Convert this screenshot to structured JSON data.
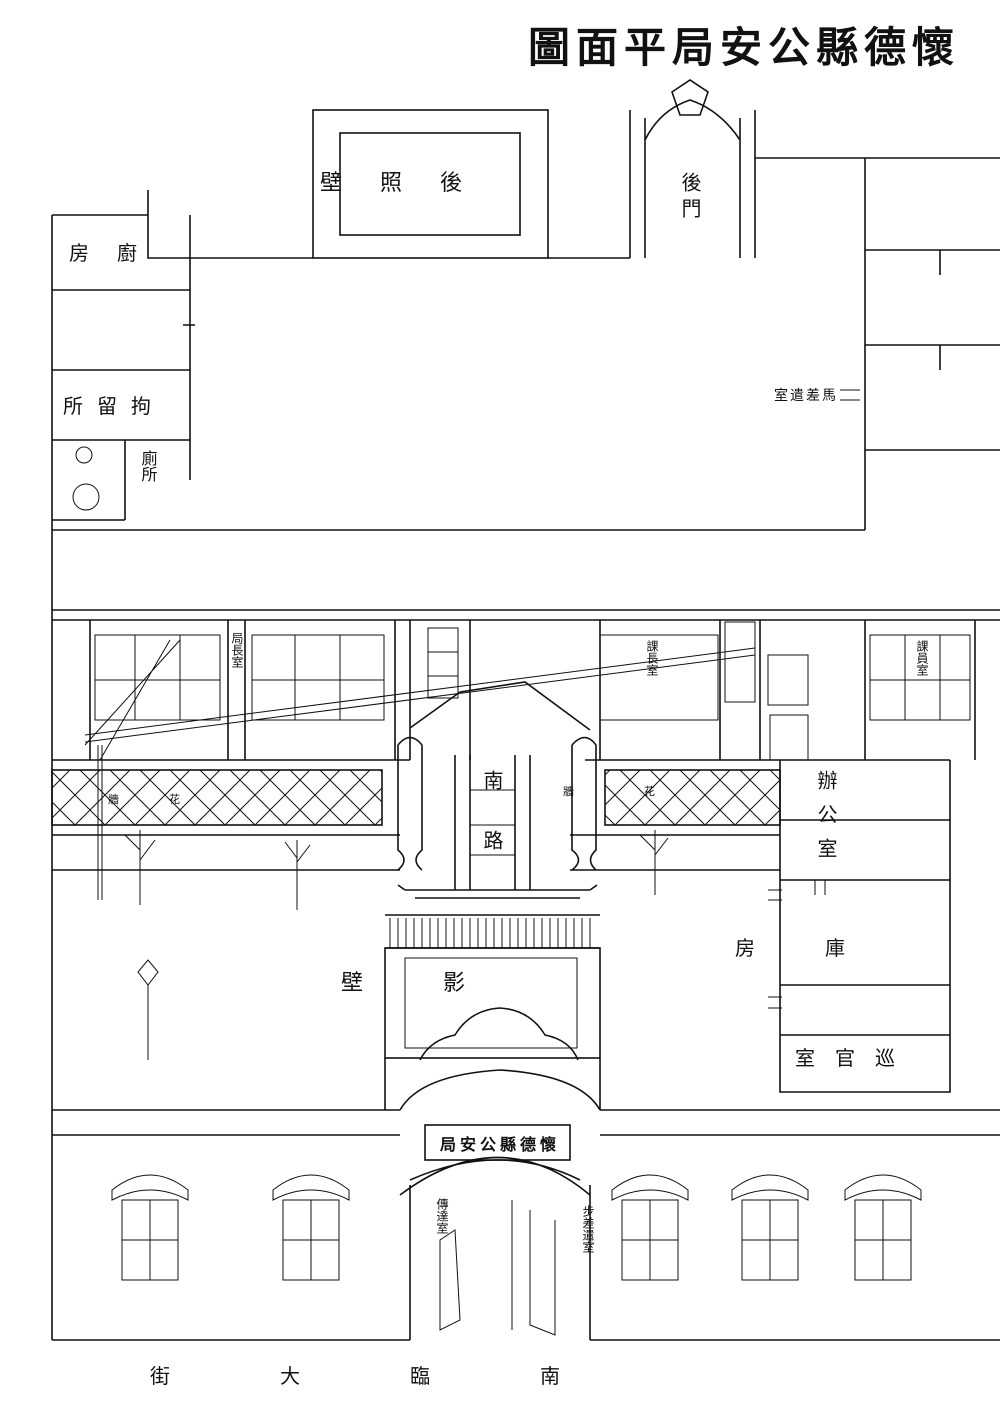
{
  "title": "懷德縣公安局平面圖",
  "rooms": {
    "back_screen_wall": "後照壁",
    "back_gate": "後門",
    "kitchen": "廚房",
    "detention": "拘留所",
    "toilet": "廁所",
    "horse_messenger_room": "馬差遣室",
    "chief_room": "局長室",
    "section_chief_room": "課長室",
    "clerk_room": "課員室",
    "flower_wall_left": "花牆",
    "flower_wall_right": "花牆",
    "south_road": "南路",
    "office": "辦公室",
    "storeroom": "庫房",
    "inspector_room": "巡官室",
    "screen_wall": "影壁",
    "gate_sign": "懷德縣公安局",
    "reception_room": "傳達室",
    "foot_messenger_room": "步差遣室",
    "street": "南臨大街"
  },
  "colors": {
    "ink": "#111111",
    "paper": "#ffffff"
  }
}
